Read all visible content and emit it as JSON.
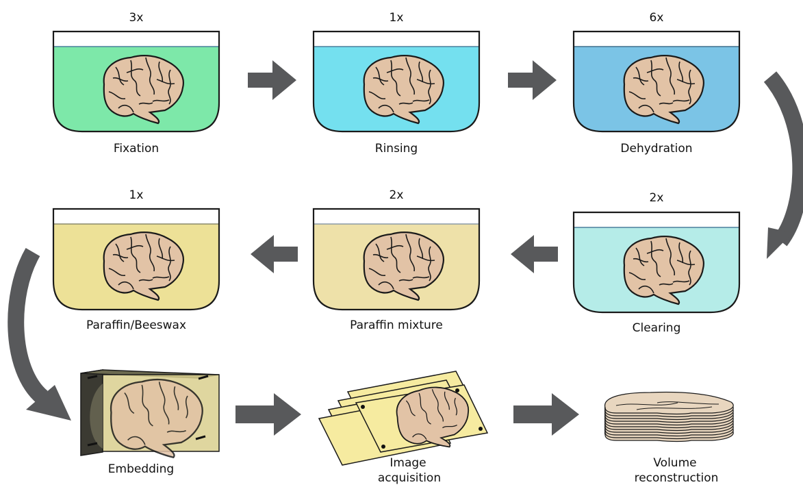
{
  "steps": [
    {
      "name": "Fixation",
      "count": "3x",
      "liquid": "#7de8a9"
    },
    {
      "name": "Rinsing",
      "count": "1x",
      "liquid": "#74e0ef"
    },
    {
      "name": "Dehydration",
      "count": "6x",
      "liquid": "#7bc4e6"
    },
    {
      "name": "Clearing",
      "count": "2x",
      "liquid": "#b5ece8"
    },
    {
      "name": "Paraffin mixture",
      "count": "2x",
      "liquid": "#eee1a9"
    },
    {
      "name": "Paraffin/Beeswax",
      "count": "1x",
      "liquid": "#ede197"
    }
  ],
  "embedding": {
    "label": "Embedding"
  },
  "image_acquisition": {
    "label_line1": "Image",
    "label_line2": "acquisition"
  },
  "volume_reconstruction": {
    "label_line1": "Volume",
    "label_line2": "reconstruction"
  },
  "colors": {
    "arrow": "#58595b",
    "brain": "#e2c3a6",
    "outline": "#1a1a1a",
    "slide": "#f6eba0",
    "stack": "#e8d6bf"
  }
}
